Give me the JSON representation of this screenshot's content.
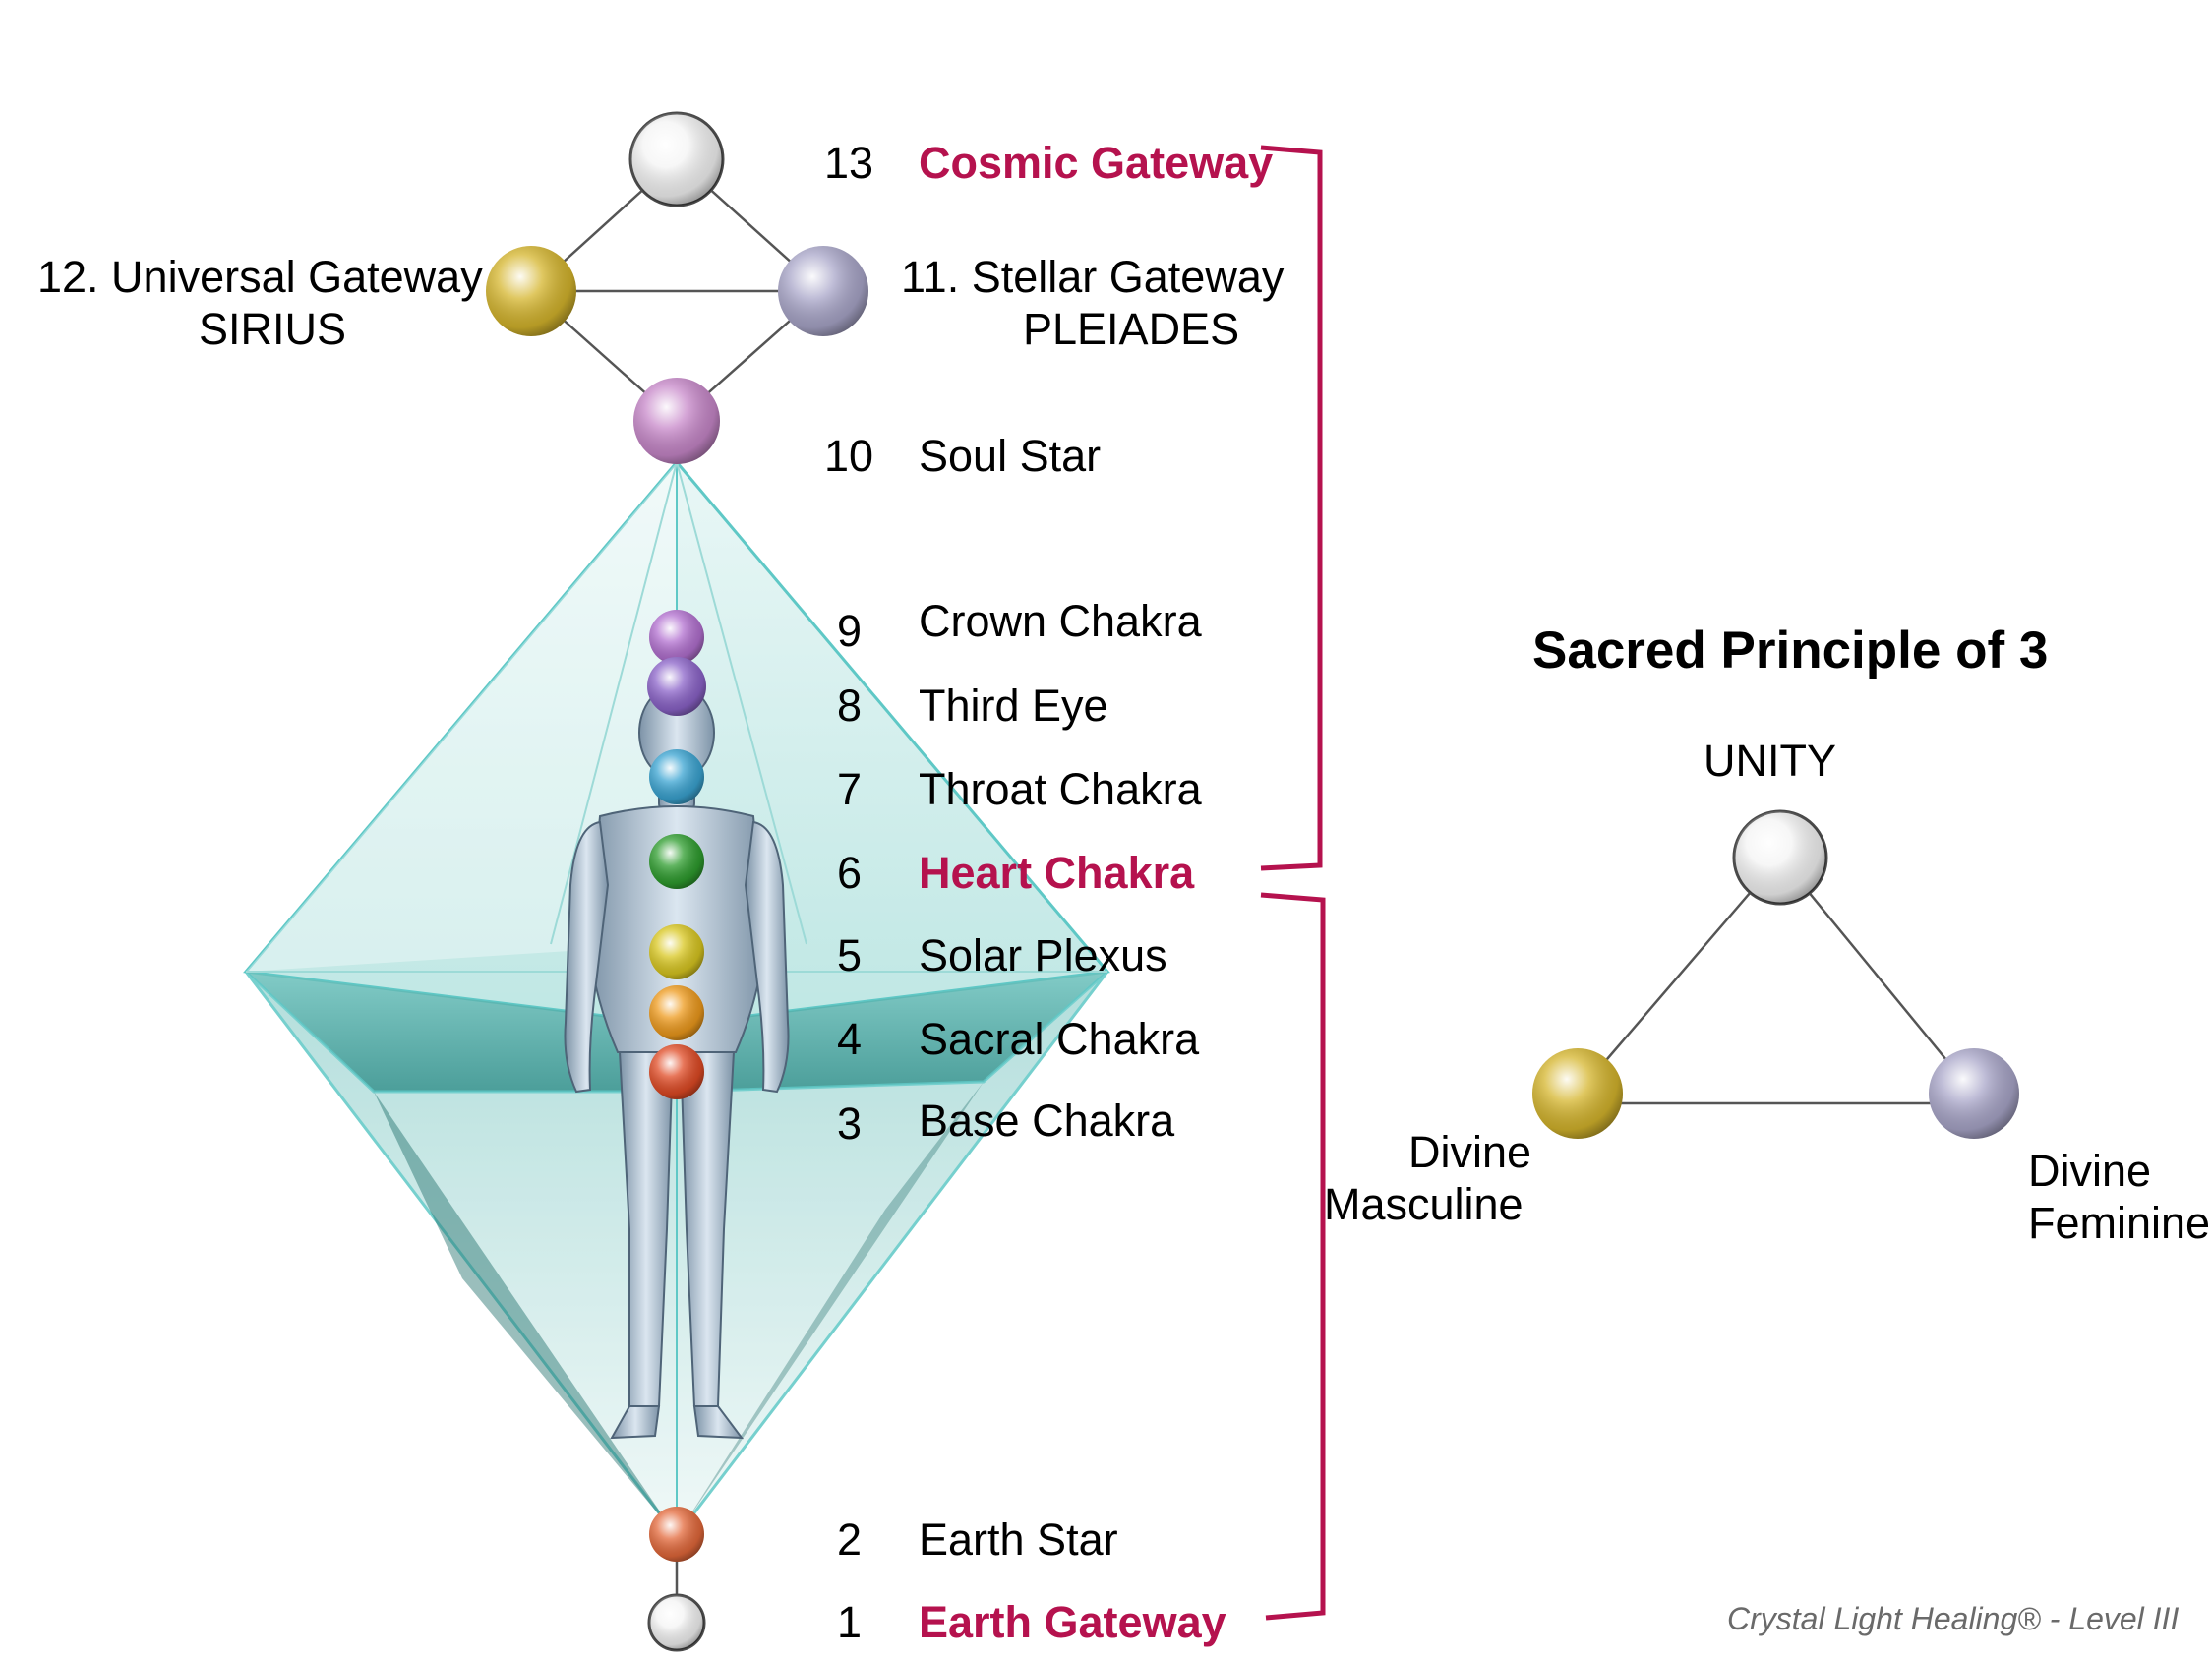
{
  "colors": {
    "accent": "#b5124e",
    "prism": "#5fc8c6",
    "line": "#555555",
    "text": "#000000",
    "credit": "#6a6a6a"
  },
  "chakras": [
    {
      "num": "13",
      "label": "Cosmic Gateway",
      "highlight": true,
      "color": "#f4f4f4"
    },
    {
      "num": "10",
      "label": "Soul Star",
      "highlight": false,
      "color": "#c787c9"
    },
    {
      "num": "9",
      "label": "Crown Chakra",
      "highlight": false,
      "color": "#b270d0"
    },
    {
      "num": "8",
      "label": "Third Eye",
      "highlight": false,
      "color": "#8b63c9"
    },
    {
      "num": "7",
      "label": "Throat Chakra",
      "highlight": false,
      "color": "#3aa4d2"
    },
    {
      "num": "6",
      "label": "Heart Chakra",
      "highlight": true,
      "color": "#2e9d2e"
    },
    {
      "num": "5",
      "label": "Solar Plexus",
      "highlight": false,
      "color": "#d9c720"
    },
    {
      "num": "4",
      "label": "Sacral Chakra",
      "highlight": false,
      "color": "#ee9a1c"
    },
    {
      "num": "3",
      "label": "Base Chakra",
      "highlight": false,
      "color": "#e04a24"
    },
    {
      "num": "2",
      "label": "Earth Star",
      "highlight": false,
      "color": "#e3683a"
    },
    {
      "num": "1",
      "label": "Earth Gateway",
      "highlight": true,
      "color": "#f4f4f4"
    }
  ],
  "gateways": {
    "universal": {
      "line1": "12. Universal Gateway",
      "line2": "SIRIUS",
      "color": "#d5b52c"
    },
    "stellar": {
      "line1": "11. Stellar Gateway",
      "line2": "PLEIADES",
      "color": "#a9a6c9"
    }
  },
  "principle": {
    "title": "Sacred Principle of 3",
    "unity": "UNITY",
    "masculine_line1": "Divine",
    "masculine_line2": "Masculine",
    "feminine_line1": "Divine",
    "feminine_line2": "Feminine"
  },
  "credit": "Crystal Light Healing® - Level III"
}
